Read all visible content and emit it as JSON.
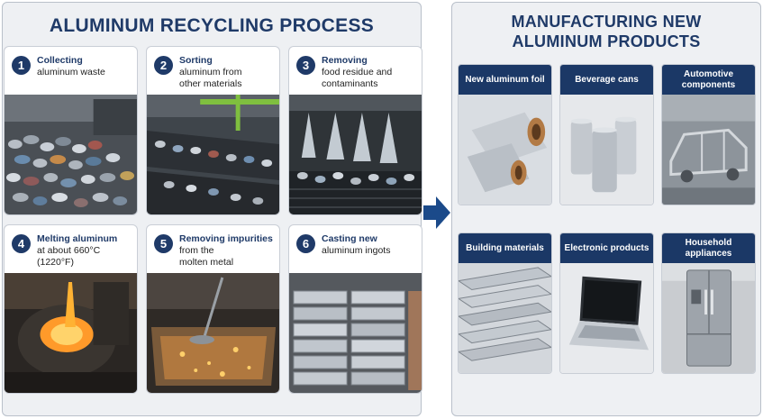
{
  "left_panel": {
    "title": "ALUMINUM RECYCLING PROCESS",
    "steps": [
      {
        "number": "1",
        "line1": "Collecting",
        "line2": "aluminum waste",
        "line3": ""
      },
      {
        "number": "2",
        "line1": "Sorting",
        "line2": "aluminum from",
        "line3": "other materials"
      },
      {
        "number": "3",
        "line1": "Removing",
        "line2": "food residue and",
        "line3": "contaminants"
      },
      {
        "number": "4",
        "line1": "Melting aluminum",
        "line2": "at about 660°C",
        "line3": "(1220°F)"
      },
      {
        "number": "5",
        "line1": "Removing impurities",
        "line2": "from the",
        "line3": "molten metal"
      },
      {
        "number": "6",
        "line1": "Casting new",
        "line2": "aluminum ingots",
        "line3": ""
      }
    ]
  },
  "right_panel": {
    "title_line1": "MANUFACTURING NEW",
    "title_line2": "ALUMINUM PRODUCTS",
    "products": [
      {
        "label": "New aluminum foil"
      },
      {
        "label": "Beverage cans"
      },
      {
        "label": "Automotive components"
      },
      {
        "label": "Building materials"
      },
      {
        "label": "Electronic products"
      },
      {
        "label": "Household appliances"
      }
    ]
  },
  "colors": {
    "accent": "#1f3a68",
    "header_bar": "#1b3866",
    "arrow": "#1b4a8a"
  }
}
